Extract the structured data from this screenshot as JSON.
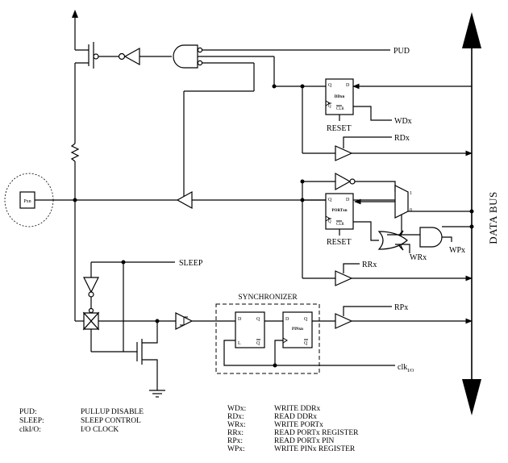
{
  "signals": {
    "pud": "PUD",
    "wdx": "WDx",
    "rdx": "RDx",
    "rrx": "RRx",
    "rpx": "RPx",
    "wrx": "WRx",
    "wpx": "WPx",
    "sleep": "SLEEP",
    "clk_base": "clk",
    "clk_sub": "I/O",
    "data_bus": "DATA BUS",
    "synchronizer": "SYNCHRONIZER",
    "reset_ddr": "RESET",
    "reset_port": "RESET"
  },
  "pin": {
    "label": "Pxn"
  },
  "blocks": {
    "ddr": {
      "q": "Q",
      "d": "D",
      "name": "DDxn",
      "qbar": "Q",
      "clr": "CLR"
    },
    "port": {
      "q": "Q",
      "d": "D",
      "name": "PORTxn",
      "qbar": "Q",
      "clr": "CLR"
    },
    "sync1": {
      "d": "D",
      "q": "Q",
      "l": "L",
      "qbar": "Q"
    },
    "sync2": {
      "d": "D",
      "q": "Q",
      "name": "PINxn",
      "qbar": "Q"
    },
    "mux": {
      "in1": "1",
      "in0": "0"
    }
  },
  "legend_left": [
    {
      "abbr": "PUD:",
      "desc": "PULLUP DISABLE"
    },
    {
      "abbr": "SLEEP:",
      "desc": "SLEEP CONTROL"
    },
    {
      "abbr": "clkI/O:",
      "desc": "I/O CLOCK"
    }
  ],
  "legend_right": [
    {
      "abbr": "WDx:",
      "desc": "WRITE DDRx"
    },
    {
      "abbr": "RDx:",
      "desc": "READ DDRx"
    },
    {
      "abbr": "WRx:",
      "desc": "WRITE PORTx"
    },
    {
      "abbr": "RRx:",
      "desc": "READ PORTx REGISTER"
    },
    {
      "abbr": "RPx:",
      "desc": "READ PORTx PIN"
    },
    {
      "abbr": "WPx:",
      "desc": "WRITE PINx REGISTER"
    }
  ]
}
